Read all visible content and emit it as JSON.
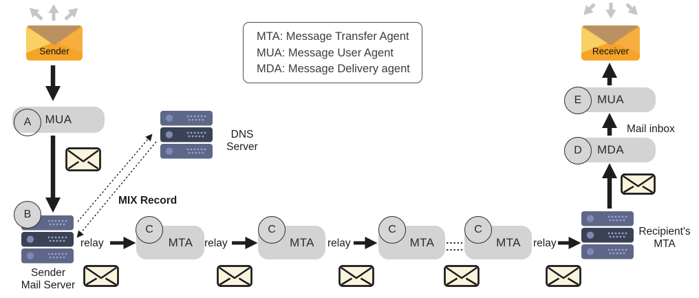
{
  "colors": {
    "node_fill": "#d3d3d3",
    "badge_fill": "#d6d6d6",
    "arrow_black": "#1d1d1d",
    "arrow_gray": "#c6c6c6",
    "envelope_base": "#f5a42a",
    "envelope_flap": "#bc9162",
    "envelope_fold_left": "#f9d064",
    "envelope_fold_right": "#f6ae3e",
    "mail_icon_fill": "#faf3dd",
    "server_row": "#5e6787",
    "server_row_dark": "#3a4254",
    "server_led": "#7e88b5"
  },
  "legend": {
    "lines": [
      "MTA: Message Transfer Agent",
      "MUA: Message User Agent",
      "MDA: Message Delivery agent"
    ]
  },
  "sender": {
    "label": "Sender"
  },
  "receiver": {
    "label": "Receiver"
  },
  "sender_side": {
    "mua_badge": "A",
    "mua_label": "MUA",
    "server_badge": "B",
    "server_label_line1": "Sender",
    "server_label_line2": "Mail Server"
  },
  "dns": {
    "label_line1": "DNS",
    "label_line2": "Server",
    "mix_record_label": "MIX Record"
  },
  "relays": [
    "relay",
    "relay",
    "relay",
    "relay"
  ],
  "mta_chain": [
    {
      "badge": "C",
      "label": "MTA"
    },
    {
      "badge": "C",
      "label": "MTA"
    },
    {
      "badge": "C",
      "label": "MTA"
    },
    {
      "badge": "C",
      "label": "MTA"
    }
  ],
  "receiver_side": {
    "server_label_line1": "Recipient's",
    "server_label_line2": "MTA",
    "mda_badge": "D",
    "mda_label": "MDA",
    "mua_badge": "E",
    "mua_label": "MUA",
    "mail_inbox_label": "Mail inbox"
  }
}
